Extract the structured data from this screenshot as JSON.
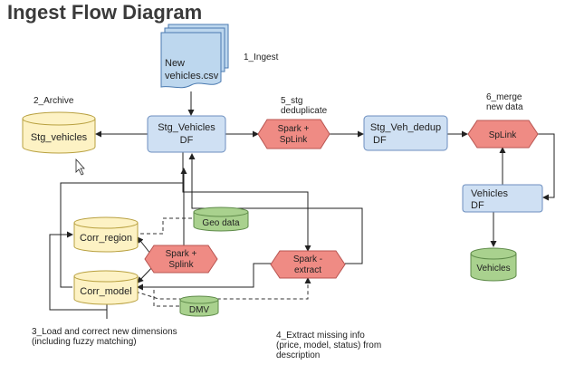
{
  "title": "Ingest Flow Diagram",
  "nodes": {
    "csv": {
      "lines": [
        "New",
        "vehicles.csv"
      ]
    },
    "stg_vehicles_df": {
      "lines": [
        "Stg_Vehicles",
        "DF"
      ]
    },
    "stg_vehicles_db": {
      "label": "Stg_vehicles"
    },
    "spark_splink_1": {
      "lines": [
        "Spark +",
        "SpLink"
      ]
    },
    "stg_veh_dedup": {
      "lines": [
        "Stg_Veh_dedup",
        "DF"
      ]
    },
    "splink_merge": {
      "label": "SpLink"
    },
    "vehicles_df": {
      "lines": [
        "Vehicles",
        "DF"
      ]
    },
    "vehicles_db": {
      "label": "Vehicles"
    },
    "corr_region": {
      "label": "Corr_region"
    },
    "corr_model": {
      "label": "Corr_model"
    },
    "geo_data": {
      "label": "Geo data"
    },
    "dmv": {
      "label": "DMV"
    },
    "spark_splink_2": {
      "lines": [
        "Spark +",
        "Splink"
      ]
    },
    "spark_extract": {
      "lines": [
        "Spark -",
        "extract"
      ]
    }
  },
  "annotations": {
    "ingest": "1_Ingest",
    "archive": "2_Archive",
    "load": [
      "3_Load and correct new dimensions",
      "(including fuzzy matching)"
    ],
    "extract": [
      "4_Extract missing info",
      "(price, model, status) from",
      "description"
    ],
    "dedup": [
      "5_stg",
      "deduplicate"
    ],
    "merge": [
      "6_merge",
      "new data"
    ]
  },
  "colors": {
    "blue_fill": "#cfe0f3",
    "blue_stroke": "#6c8ebf",
    "red_fill": "#ef8b84",
    "red_stroke": "#b85450",
    "yellow_fill": "#fdf2c4",
    "yellow_stroke": "#b8a03f",
    "green_fill": "#a9d18e",
    "green_stroke": "#5f8b4a",
    "doc_fill": "#bdd7ee",
    "doc_stroke": "#4a7ab0",
    "line": "#222222"
  }
}
